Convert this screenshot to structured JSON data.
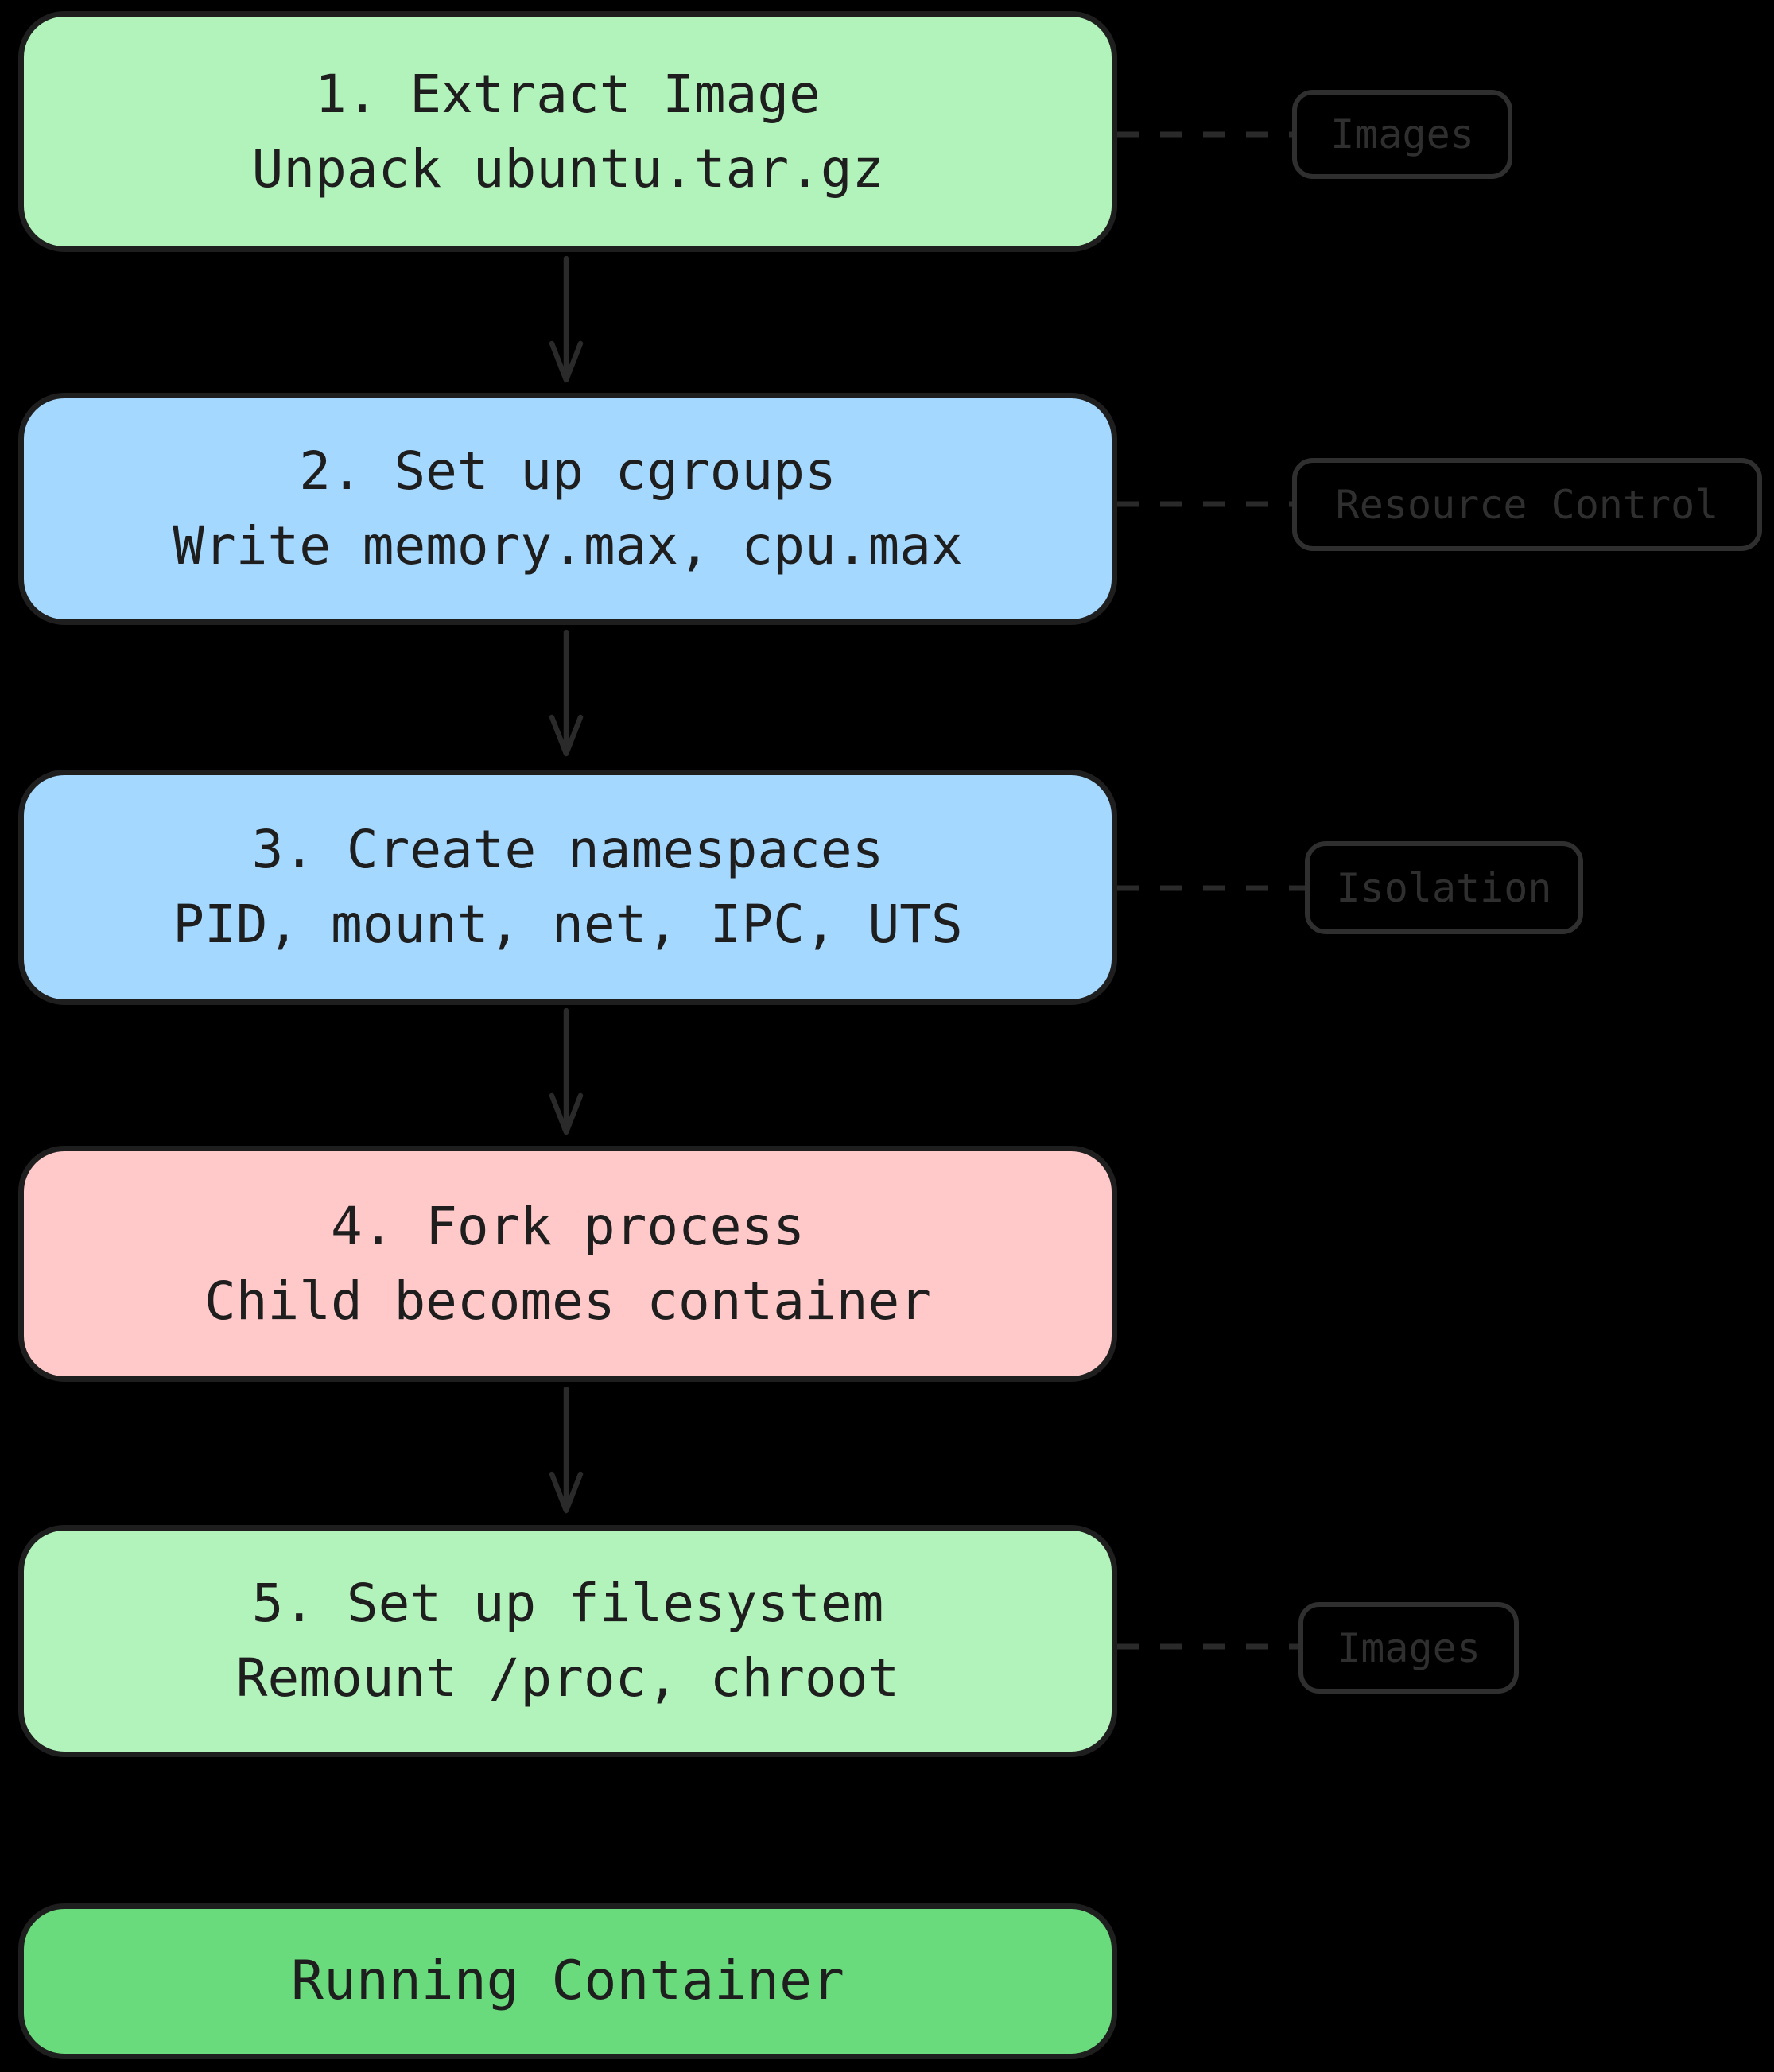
{
  "diagram": {
    "title_implied": "Container startup flow",
    "colors": {
      "background": "#000000",
      "step_border": "#1e1e1e",
      "step_text": "#1e1e1e",
      "label_stroke": "#2f2f2f",
      "arrow": "#2a2a2a",
      "green_light": "#b2f2bb",
      "blue_light": "#a5d8ff",
      "pink_light": "#ffc9c9",
      "green": "#69db7c"
    },
    "steps": [
      {
        "line1": "1. Extract Image",
        "line2": "Unpack ubuntu.tar.gz",
        "fill": "#b2f2bb"
      },
      {
        "line1": "2. Set up cgroups",
        "line2": "Write memory.max, cpu.max",
        "fill": "#a5d8ff"
      },
      {
        "line1": "3. Create namespaces",
        "line2": "PID, mount, net, IPC, UTS",
        "fill": "#a5d8ff"
      },
      {
        "line1": "4. Fork process",
        "line2": "Child becomes container",
        "fill": "#ffc9c9"
      },
      {
        "line1": "5. Set up filesystem",
        "line2": "Remount /proc, chroot",
        "fill": "#b2f2bb"
      }
    ],
    "result": {
      "label": "Running Container",
      "fill": "#69db7c"
    },
    "side_labels": [
      {
        "label": "Images"
      },
      {
        "label": "Resource Control"
      },
      {
        "label": "Isolation"
      },
      {
        "label": "Images"
      }
    ]
  }
}
